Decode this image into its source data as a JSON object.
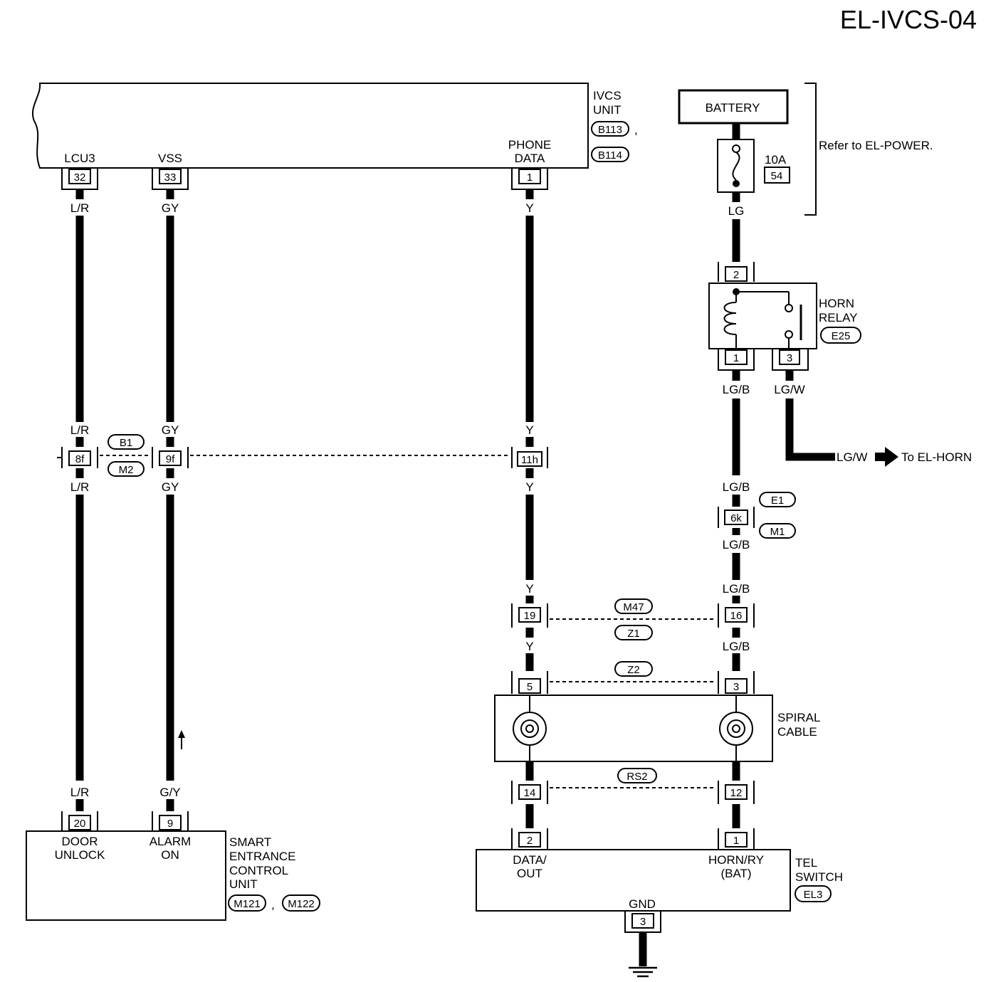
{
  "page_code": "EL-IVCS-04",
  "ivcs_unit": {
    "name_line1": "IVCS",
    "name_line2": "UNIT",
    "connector_1": "B113",
    "comma": ",",
    "connector_2": "B114",
    "terminals": {
      "lcu3": {
        "label": "LCU3",
        "pin": "32",
        "wire": "L/R"
      },
      "vss": {
        "label": "VSS",
        "pin": "33",
        "wire": "GY"
      },
      "phone_data": {
        "label_line1": "PHONE",
        "label_line2": "DATA",
        "pin": "1",
        "wire": "Y"
      }
    }
  },
  "battery": {
    "label": "BATTERY",
    "fuse_rating": "10A",
    "fuse_number": "54",
    "wire": "LG",
    "refer_note": "Refer to EL-POWER."
  },
  "horn_relay": {
    "name_line1": "HORN",
    "name_line2": "RELAY",
    "connector": "E25",
    "pin_in": "2",
    "pin_coil_out": "1",
    "pin_switch_out": "3",
    "wire_coil_out": "LG/B",
    "wire_switch_out": "LG/W",
    "to_wire": "LG/W",
    "to_ref": "To EL-HORN"
  },
  "junction_b1_m2": {
    "connector_top": "B1",
    "connector_bottom": "M2",
    "pin_lr": "8f",
    "pin_gy": "9f",
    "pin_y": "11h",
    "wire_lr_top": "L/R",
    "wire_lr_bottom": "L/R",
    "wire_gy_top": "GY",
    "wire_gy_bottom": "GY",
    "wire_y_top": "Y",
    "wire_y_bottom": "Y"
  },
  "junction_e1_m1": {
    "connector_top": "E1",
    "connector_bottom": "M1",
    "pin": "6k",
    "wire_top": "LG/B",
    "wire_bottom": "LG/B"
  },
  "junction_m47_z1": {
    "connector_top": "M47",
    "connector_bottom": "Z1",
    "pin_y": "19",
    "pin_lgb": "16",
    "wire_y_top": "Y",
    "wire_y_bottom": "Y",
    "wire_lgb_top": "LG/B",
    "wire_lgb_bottom": "LG/B"
  },
  "spiral_cable": {
    "name_line1": "SPIRAL",
    "name_line2": "CABLE",
    "connector_top": "Z2",
    "pin_top_left": "5",
    "pin_top_right": "3",
    "connector_bottom": "RS2",
    "pin_bottom_left": "14",
    "pin_bottom_right": "12"
  },
  "tel_switch": {
    "name_line1": "TEL",
    "name_line2": "SWITCH",
    "connector": "EL3",
    "pin_data": "2",
    "label_data_line1": "DATA/",
    "label_data_line2": "OUT",
    "pin_horn": "1",
    "label_horn_line1": "HORN/RY",
    "label_horn_line2": "(BAT)",
    "pin_gnd": "3",
    "label_gnd": "GND"
  },
  "smart_entrance": {
    "name_line1": "SMART",
    "name_line2": "ENTRANCE",
    "name_line3": "CONTROL",
    "name_line4": "UNIT",
    "connector_1": "M121",
    "comma": ",",
    "connector_2": "M122",
    "door_unlock": {
      "pin": "20",
      "label_line1": "DOOR",
      "label_line2": "UNLOCK",
      "wire": "L/R"
    },
    "alarm_on": {
      "pin": "9",
      "label_line1": "ALARM",
      "label_line2": "ON",
      "wire": "G/Y"
    }
  }
}
